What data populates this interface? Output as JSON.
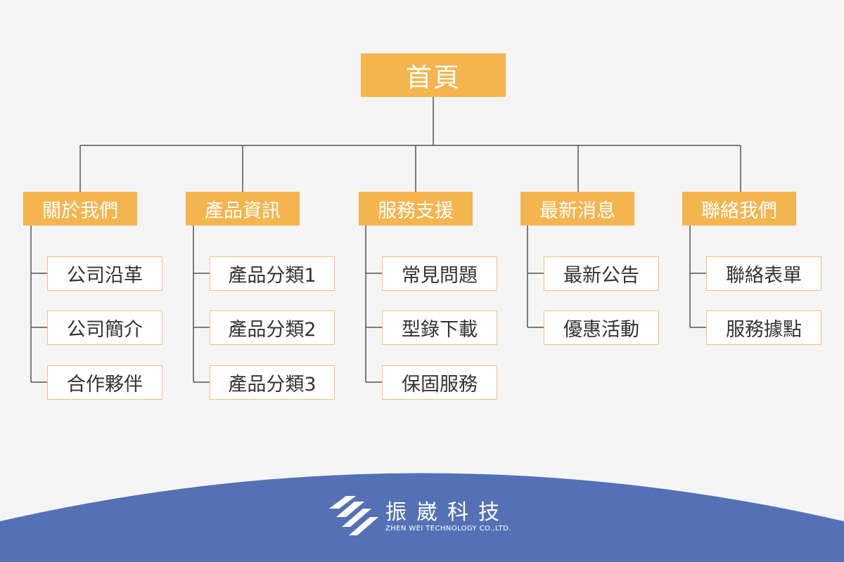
{
  "root": {
    "label": "首頁"
  },
  "categories": [
    {
      "label": "關於我們",
      "items": [
        "公司沿革",
        "公司簡介",
        "合作夥伴"
      ]
    },
    {
      "label": "產品資訊",
      "items": [
        "產品分類1",
        "產品分類2",
        "產品分類3"
      ]
    },
    {
      "label": "服務支援",
      "items": [
        "常見問題",
        "型錄下載",
        "保固服務"
      ]
    },
    {
      "label": "最新消息",
      "items": [
        "最新公告",
        "優惠活動"
      ]
    },
    {
      "label": "聯絡我們",
      "items": [
        "聯絡表單",
        "服務據點"
      ]
    }
  ],
  "footer": {
    "company_name": "振崴科技",
    "company_name_en": "ZHEN WEI TECHNOLOGY CO.,LTD."
  },
  "colors": {
    "accent": "#f4b44e",
    "item_border": "#f2c27a",
    "connector": "#555555",
    "footer_band": "#5571b5",
    "background": "#f5f5f5"
  }
}
